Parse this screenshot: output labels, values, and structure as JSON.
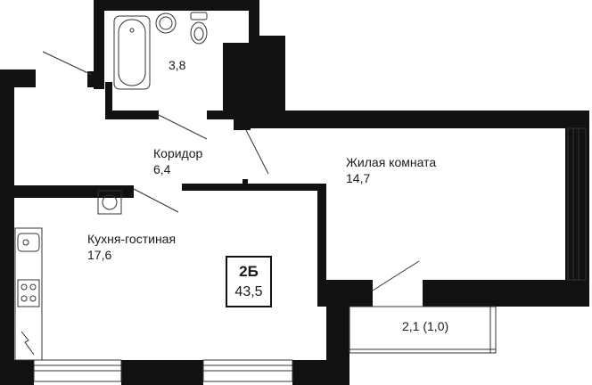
{
  "plan": {
    "rooms": [
      {
        "id": "bathroom",
        "area": "3,8"
      },
      {
        "id": "corridor",
        "name": "Коридор",
        "area": "6,4"
      },
      {
        "id": "living",
        "name": "Жилая комната",
        "area": "14,7"
      },
      {
        "id": "kitchen",
        "name": "Кухня-гостиная",
        "area": "17,6"
      },
      {
        "id": "balcony",
        "area": "2,1 (1,0)"
      }
    ],
    "unit": {
      "code": "2Б",
      "total_area": "43,5"
    },
    "colors": {
      "wall": "#111111",
      "line": "#333333",
      "background": "#ffffff"
    }
  }
}
